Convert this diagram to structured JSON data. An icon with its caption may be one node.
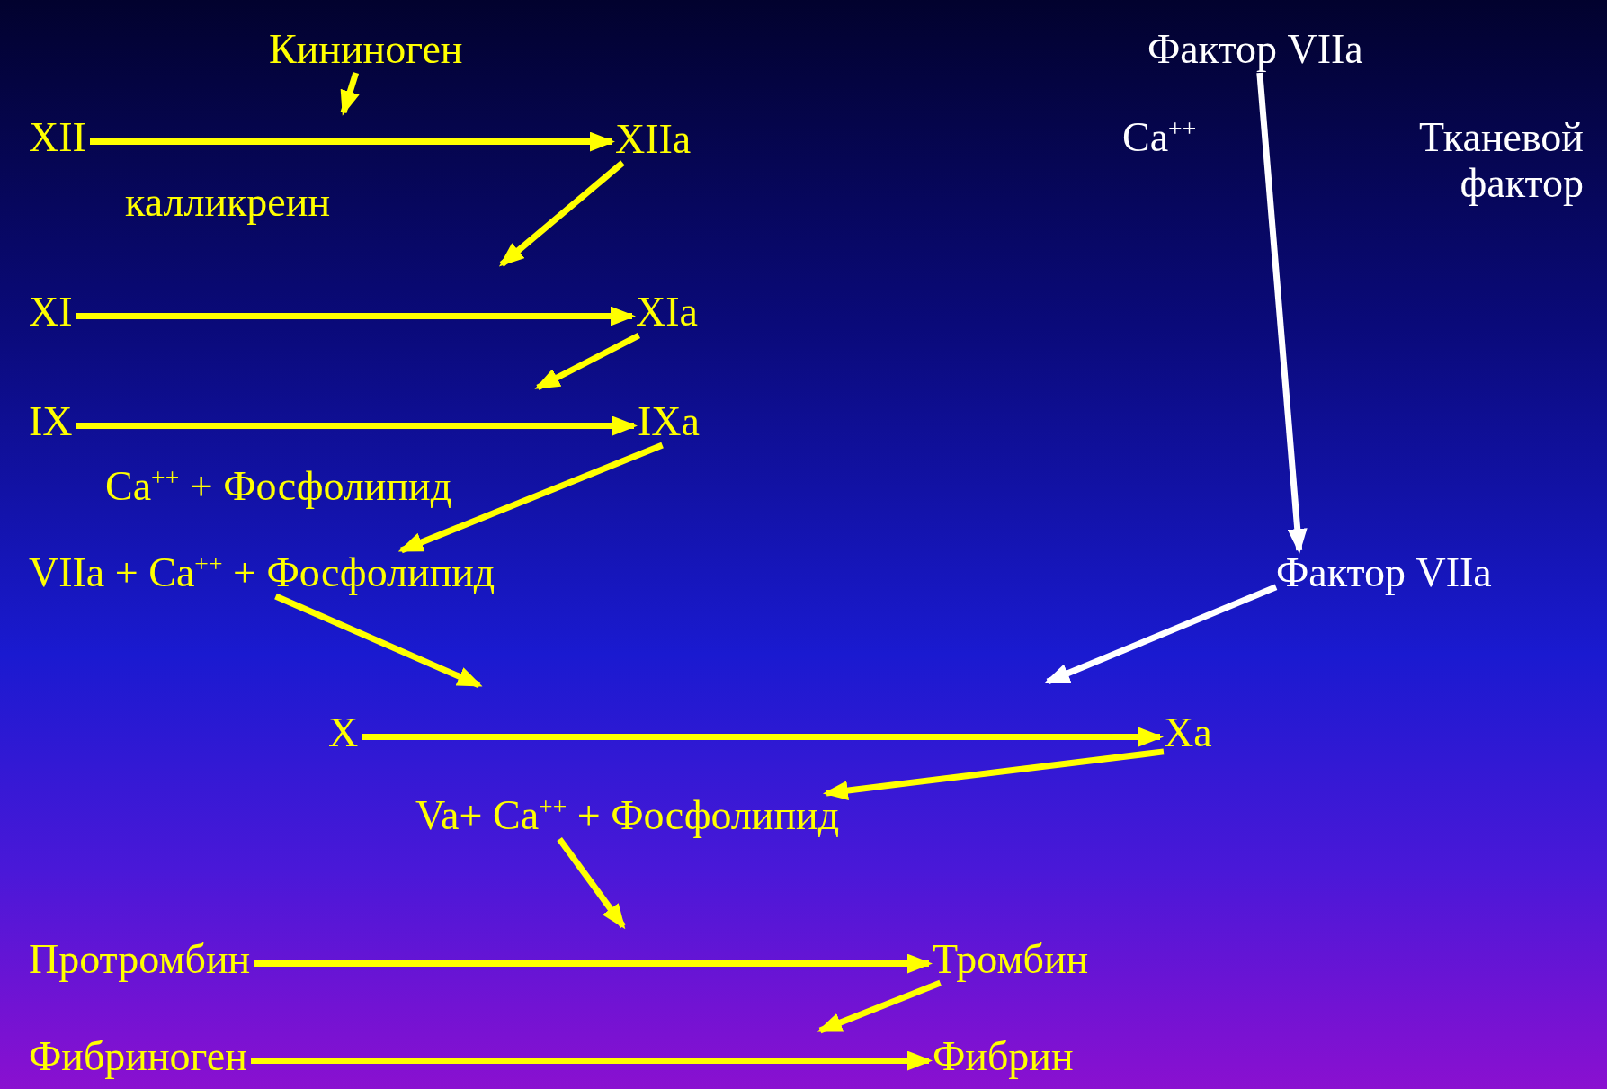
{
  "diagram": {
    "nodes": [
      {
        "text": [
          "Кининоген"
        ]
      },
      {
        "text": [
          "XII"
        ]
      },
      {
        "text": [
          "XIIa"
        ]
      },
      {
        "text": [
          "XI"
        ]
      },
      {
        "text": [
          "XIa"
        ]
      },
      {
        "text": [
          "IX"
        ]
      },
      {
        "text": [
          "IXa"
        ]
      },
      {
        "text": [
          "VIIa + Ca$^{++}$ + Фосфолипид"
        ]
      },
      {
        "text": [
          "X"
        ]
      },
      {
        "text": [
          "Xa"
        ]
      },
      {
        "text": [
          "Va+ Ca$^{++}$ + Фосфолипид"
        ]
      },
      {
        "text": [
          "Протромбин"
        ]
      },
      {
        "text": [
          "Тромбин"
        ]
      },
      {
        "text": [
          "Фибриноген"
        ]
      },
      {
        "text": [
          "Фибрин"
        ]
      },
      {
        "text": [
          "Фактор VIIa"
        ]
      },
      {
        "text": [
          "Фактор VIIa"
        ]
      }
    ],
    "edges": [
      {
        "from": 0,
        "to": null,
        "arrow": "to"
      },
      {
        "from": 1,
        "to": 2,
        "arrow": "to",
        "label": "калликреин"
      },
      {
        "from": 2,
        "to": null,
        "arrow": "to"
      },
      {
        "from": 3,
        "to": 4,
        "arrow": "to"
      },
      {
        "from": 4,
        "to": null,
        "arrow": "to"
      },
      {
        "from": 5,
        "to": 6,
        "arrow": "to"
      },
      {
        "from": 6,
        "to": 7,
        "arrow": "to",
        "label": "Ca$^{++}$ + Фосфолипид"
      },
      {
        "from": 7,
        "to": null,
        "arrow": "to"
      },
      {
        "from": 8,
        "to": 9,
        "arrow": "to"
      },
      {
        "from": 9,
        "to": 10,
        "arrow": "to"
      },
      {
        "from": 10,
        "to": null,
        "arrow": "to"
      },
      {
        "from": 11,
        "to": 12,
        "arrow": "to"
      },
      {
        "from": 12,
        "to": null,
        "arrow": "to"
      },
      {
        "from": 13,
        "to": 14,
        "arrow": "to"
      },
      {
        "from": 15,
        "to": 16,
        "arrow": "to",
        "color": "#ffffff"
      },
      {
        "from": 16,
        "to": null,
        "arrow": "to",
        "color": "#ffffff"
      }
    ],
    "labels": [
      "Ca$^{++}$",
      "Тканевой фактор"
    ]
  }
}
